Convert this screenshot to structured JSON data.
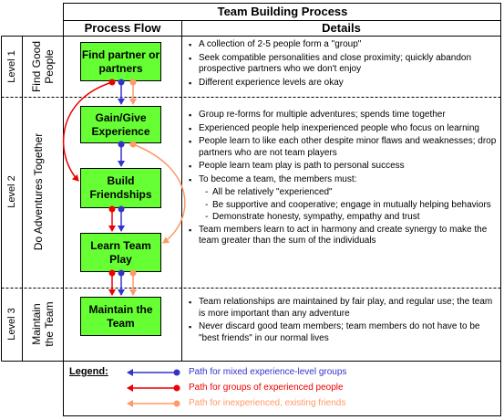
{
  "title": "Team Building Process",
  "columns": {
    "flow": "Process Flow",
    "details": "Details"
  },
  "levels": [
    {
      "label": "Level 1",
      "name": "Find Good\nPeople"
    },
    {
      "label": "Level 2",
      "name": "Do Adventures Together"
    },
    {
      "label": "Level 3",
      "name": "Maintain\nthe Team"
    }
  ],
  "nodes": [
    "Find partner or partners",
    "Gain/Give Experience",
    "Build Friendships",
    "Learn Team Play",
    "Maintain the Team"
  ],
  "details": {
    "level1": [
      "A collection of 2-5 people form a \"group\"",
      "Seek compatible personalities and close proximity; quickly abandon prospective partners who we don't enjoy",
      "Different experience levels are okay"
    ],
    "level2": [
      "Group re-forms for multiple adventures; spends time together",
      "Experienced people help inexperienced people who focus on learning",
      "People learn to like each other despite minor flaws and weaknesses; drop partners who are not team players",
      "People learn team play is path to personal success",
      "To become a team, the members must:"
    ],
    "level2_sub": [
      "All be relatively \"experienced\"",
      "Be supportive and cooperative; engage in mutually helping behaviors",
      "Demonstrate honesty, sympathy, empathy and trust"
    ],
    "level2_last": "Team members learn to act in harmony and create synergy to make the team greater than the sum of the individuals",
    "level3": [
      "Team relationships are maintained by fair play, and regular use; the team is more important than any adventure",
      "Never discard good team members; team members do not have to be \"best friends\" in our normal lives"
    ]
  },
  "legend": {
    "label": "Legend:",
    "items": [
      {
        "text": "Path for mixed experience-level groups",
        "color": "#3333cc"
      },
      {
        "text": "Path for groups of experienced people",
        "color": "#ee0000"
      },
      {
        "text": "Path for inexperienced, existing friends",
        "color": "#ff9966"
      }
    ]
  },
  "colors": {
    "node": "#66ff33",
    "blue": "#3333cc",
    "red": "#ee0000",
    "orange": "#ff9966"
  }
}
